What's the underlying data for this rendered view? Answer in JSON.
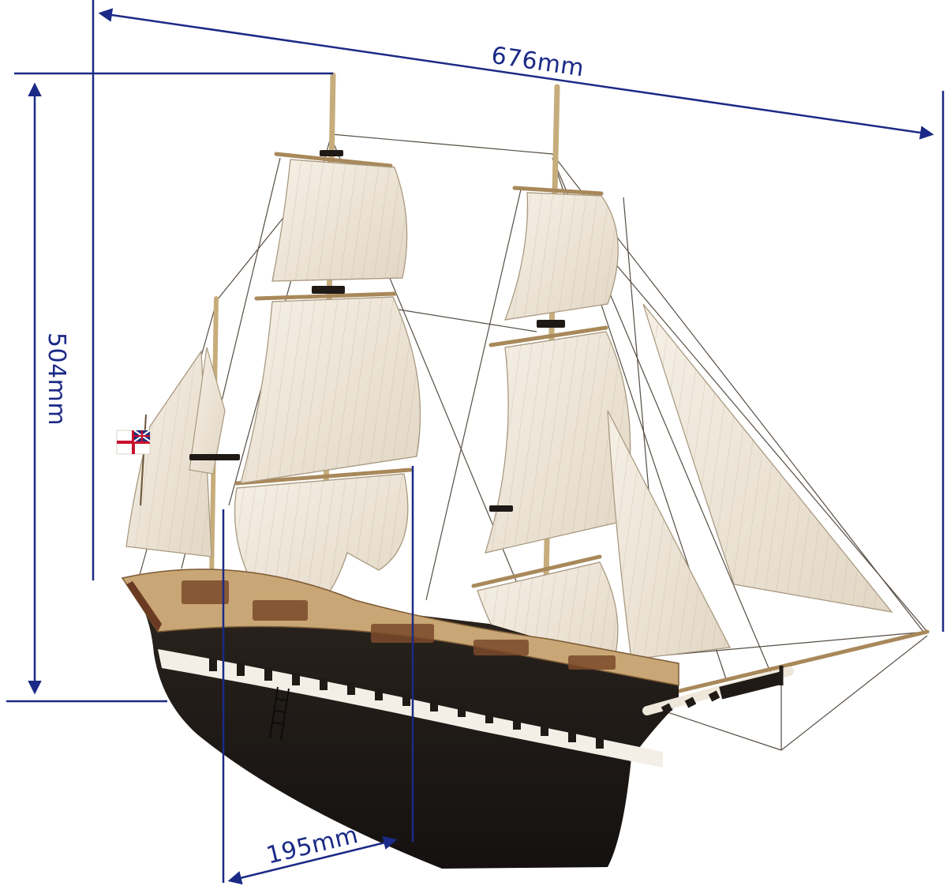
{
  "dimensions": {
    "length": "676mm",
    "height": "504mm",
    "width": "195mm"
  },
  "colors": {
    "dimension_line": "#1b2a86",
    "hull": "#1f1a16",
    "hull_stripe": "#f3efe6",
    "deck": "#c9a675",
    "sail": "#efe7da",
    "sail_seam": "#b9ab95",
    "rigging": "#3a2f24",
    "mast": "#d8c39a"
  },
  "image": {
    "subject": "model-brig-sailing-ship",
    "flag_icon": "british-white-ensign-icon"
  }
}
